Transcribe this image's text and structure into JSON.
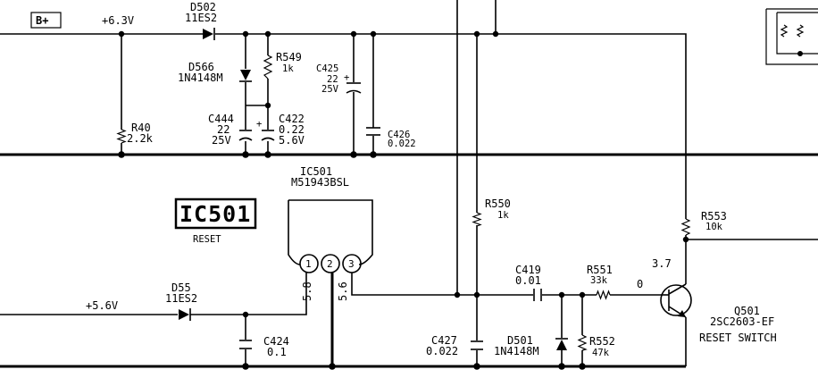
{
  "rails": {
    "bplus": "B+",
    "v63": "+6.3V",
    "v56": "+5.6V"
  },
  "ic": {
    "name": "IC501",
    "part": "M51943BSL",
    "badge": "IC501",
    "function": "RESET",
    "pins": [
      "1",
      "2",
      "3"
    ],
    "v_pin1": "5.8",
    "v_pin3": "5.6"
  },
  "components": {
    "d502": {
      "ref": "D502",
      "value": "11ES2"
    },
    "d566": {
      "ref": "D566",
      "value": "1N4148M"
    },
    "r549": {
      "ref": "R549",
      "value": "1k"
    },
    "c425": {
      "ref": "C425",
      "value": "22",
      "rating": "25V"
    },
    "c444": {
      "ref": "C444",
      "value": "22",
      "rating": "25V"
    },
    "c422": {
      "ref": "C422",
      "value": "0.22",
      "rating": "5.6V"
    },
    "c426": {
      "ref": "C426",
      "value": "0.022"
    },
    "r40": {
      "ref": "R40",
      "value": "2.2k"
    },
    "r550": {
      "ref": "R550",
      "value": "1k"
    },
    "r553": {
      "ref": "R553",
      "value": "10k"
    },
    "c419": {
      "ref": "C419",
      "value": "0.01"
    },
    "r551": {
      "ref": "R551",
      "value": "33k"
    },
    "d55": {
      "ref": "D55",
      "value": "11ES2"
    },
    "c424": {
      "ref": "C424",
      "value": "0.1"
    },
    "c427": {
      "ref": "C427",
      "value": "0.022"
    },
    "d501": {
      "ref": "D501",
      "value": "1N4148M"
    },
    "r552": {
      "ref": "R552",
      "value": "47k"
    },
    "q501": {
      "ref": "Q501",
      "value": "2SC2603-EF",
      "function": "RESET SWITCH",
      "v_collector": "3.7",
      "v_base": "0"
    }
  }
}
